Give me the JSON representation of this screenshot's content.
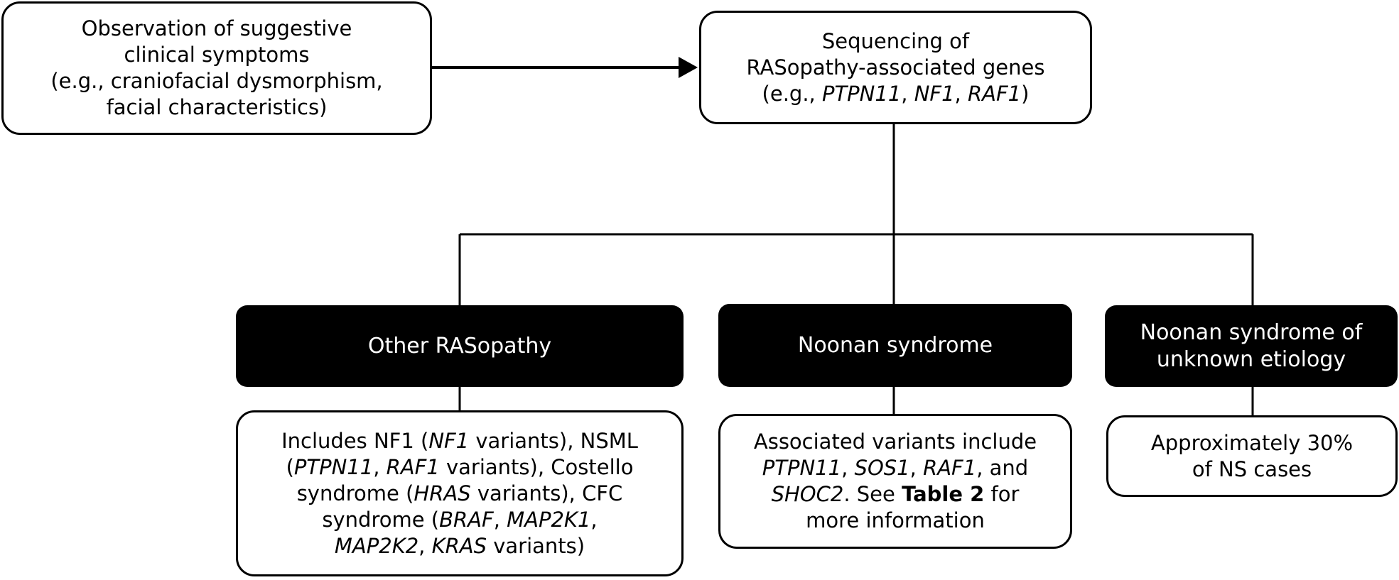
{
  "colors": {
    "line": "#000000",
    "box_fill": "#ffffff",
    "category_fill": "#000000",
    "category_text": "#ffffff"
  },
  "nodes": {
    "observation": {
      "lines": [
        "Observation of suggestive",
        "clinical symptoms",
        "(e.g., craniofacial dysmorphism,",
        "facial characteristics)"
      ]
    },
    "sequencing": {
      "line1": "Sequencing of",
      "line2": "RASopathy-associated genes",
      "line3": {
        "prefix": "(e.g., ",
        "gene1": "PTPN11",
        "sep1": ", ",
        "gene2": "NF1",
        "sep2": ", ",
        "gene3": "RAF1",
        "suffix": ")"
      }
    },
    "other_rasopathy": {
      "label": "Other RASopathy"
    },
    "noonan": {
      "label": "Noonan syndrome"
    },
    "noonan_unknown": {
      "lines": [
        "Noonan syndrome of",
        "unknown etiology"
      ]
    },
    "other_detail": {
      "l1": {
        "a": "Includes NF1 (",
        "b": "NF1",
        "c": " variants), NSML"
      },
      "l2": {
        "a": "(",
        "b": "PTPN11",
        "c": ", ",
        "d": "RAF1",
        "e": " variants), Costello"
      },
      "l3": {
        "a": "syndrome (",
        "b": "HRAS",
        "c": " variants), CFC"
      },
      "l4": {
        "a": "syndrome (",
        "b": "BRAF",
        "c": ", ",
        "d": "MAP2K1",
        "e": ","
      },
      "l5": {
        "a": "MAP2K2",
        "b": ", ",
        "c": "KRAS",
        "d": " variants)"
      }
    },
    "noonan_detail": {
      "l1": "Associated variants include",
      "l2": {
        "a": "PTPN11",
        "b": ", ",
        "c": "SOS1",
        "d": ", ",
        "e": "RAF1",
        "f": ", and"
      },
      "l3": {
        "a": "SHOC2",
        "b": ". See ",
        "c": "Table 2",
        "d": " for"
      },
      "l4": "more information"
    },
    "unknown_detail": {
      "lines": [
        "Approximately 30%",
        "of NS cases"
      ]
    }
  }
}
